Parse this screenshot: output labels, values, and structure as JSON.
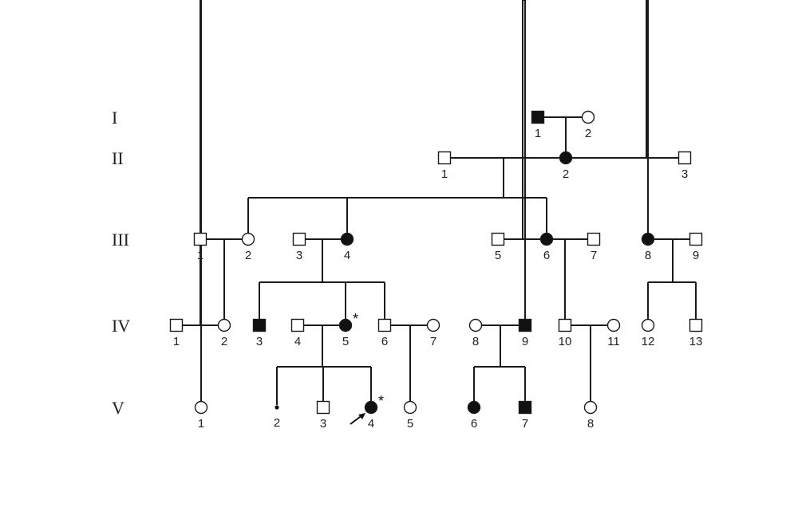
{
  "generations": [
    "I",
    "II",
    "III",
    "IV",
    "V"
  ],
  "star_symbol": "*",
  "colors": {
    "affected": "#111111",
    "unaffected": "#ffffff",
    "line": "#1a1a1a"
  },
  "individuals": [
    {
      "id": "I-1",
      "generation": "I",
      "number": "1",
      "sex": "male",
      "affected": true
    },
    {
      "id": "I-2",
      "generation": "I",
      "number": "2",
      "sex": "female",
      "affected": false
    },
    {
      "id": "II-1",
      "generation": "II",
      "number": "1",
      "sex": "male",
      "affected": false
    },
    {
      "id": "II-2",
      "generation": "II",
      "number": "2",
      "sex": "female",
      "affected": true
    },
    {
      "id": "II-3",
      "generation": "II",
      "number": "3",
      "sex": "male",
      "affected": false
    },
    {
      "id": "III-1",
      "generation": "III",
      "number": "1",
      "sex": "male",
      "affected": false
    },
    {
      "id": "III-2",
      "generation": "III",
      "number": "2",
      "sex": "female",
      "affected": false
    },
    {
      "id": "III-3",
      "generation": "III",
      "number": "3",
      "sex": "male",
      "affected": false
    },
    {
      "id": "III-4",
      "generation": "III",
      "number": "4",
      "sex": "female",
      "affected": true
    },
    {
      "id": "III-5",
      "generation": "III",
      "number": "5",
      "sex": "male",
      "affected": false
    },
    {
      "id": "III-6",
      "generation": "III",
      "number": "6",
      "sex": "female",
      "affected": true
    },
    {
      "id": "III-7",
      "generation": "III",
      "number": "7",
      "sex": "male",
      "affected": false
    },
    {
      "id": "III-8",
      "generation": "III",
      "number": "8",
      "sex": "female",
      "affected": true
    },
    {
      "id": "III-9",
      "generation": "III",
      "number": "9",
      "sex": "male",
      "affected": false
    },
    {
      "id": "IV-1",
      "generation": "IV",
      "number": "1",
      "sex": "male",
      "affected": false
    },
    {
      "id": "IV-2",
      "generation": "IV",
      "number": "2",
      "sex": "female",
      "affected": false
    },
    {
      "id": "IV-3",
      "generation": "IV",
      "number": "3",
      "sex": "male",
      "affected": true
    },
    {
      "id": "IV-4",
      "generation": "IV",
      "number": "4",
      "sex": "male",
      "affected": false
    },
    {
      "id": "IV-5",
      "generation": "IV",
      "number": "5",
      "sex": "female",
      "affected": true,
      "starred": true
    },
    {
      "id": "IV-6",
      "generation": "IV",
      "number": "6",
      "sex": "male",
      "affected": false
    },
    {
      "id": "IV-7",
      "generation": "IV",
      "number": "7",
      "sex": "female",
      "affected": false
    },
    {
      "id": "IV-8",
      "generation": "IV",
      "number": "8",
      "sex": "female",
      "affected": false
    },
    {
      "id": "IV-9",
      "generation": "IV",
      "number": "9",
      "sex": "male",
      "affected": true
    },
    {
      "id": "IV-10",
      "generation": "IV",
      "number": "10",
      "sex": "male",
      "affected": false
    },
    {
      "id": "IV-11",
      "generation": "IV",
      "number": "11",
      "sex": "female",
      "affected": false
    },
    {
      "id": "IV-12",
      "generation": "IV",
      "number": "12",
      "sex": "female",
      "affected": false
    },
    {
      "id": "IV-13",
      "generation": "IV",
      "number": "13",
      "sex": "male",
      "affected": false
    },
    {
      "id": "V-1",
      "generation": "V",
      "number": "1",
      "sex": "female",
      "affected": false
    },
    {
      "id": "V-2",
      "generation": "V",
      "number": "2",
      "sex": "miscarriage",
      "affected": true
    },
    {
      "id": "V-3",
      "generation": "V",
      "number": "3",
      "sex": "male",
      "affected": false
    },
    {
      "id": "V-4",
      "generation": "V",
      "number": "4",
      "sex": "female",
      "affected": true,
      "starred": true,
      "proband": true
    },
    {
      "id": "V-5",
      "generation": "V",
      "number": "5",
      "sex": "female",
      "affected": false
    },
    {
      "id": "V-6",
      "generation": "V",
      "number": "6",
      "sex": "female",
      "affected": true
    },
    {
      "id": "V-7",
      "generation": "V",
      "number": "7",
      "sex": "male",
      "affected": true
    },
    {
      "id": "V-8",
      "generation": "V",
      "number": "8",
      "sex": "female",
      "affected": false
    }
  ],
  "couples": [
    {
      "partners": [
        "I-1",
        "I-2"
      ],
      "children": [
        "II-2"
      ]
    },
    {
      "partners": [
        "II-1",
        "II-2"
      ],
      "children": [
        "III-2",
        "III-4",
        "III-6"
      ]
    },
    {
      "partners": [
        "II-2",
        "II-3"
      ],
      "children": [
        "III-8"
      ]
    },
    {
      "partners": [
        "III-1",
        "III-2"
      ],
      "children": [
        "IV-2"
      ]
    },
    {
      "partners": [
        "III-3",
        "III-4"
      ],
      "children": [
        "IV-3",
        "IV-5",
        "IV-6"
      ]
    },
    {
      "partners": [
        "III-5",
        "III-6"
      ],
      "children": [
        "IV-9"
      ]
    },
    {
      "partners": [
        "III-6",
        "III-7"
      ],
      "children": [
        "IV-10"
      ]
    },
    {
      "partners": [
        "III-8",
        "III-9"
      ],
      "children": [
        "IV-12",
        "IV-13"
      ]
    },
    {
      "partners": [
        "IV-1",
        "IV-2"
      ],
      "children": [
        "V-1"
      ]
    },
    {
      "partners": [
        "IV-4",
        "IV-5"
      ],
      "children": [
        "V-2",
        "V-3",
        "V-4"
      ]
    },
    {
      "partners": [
        "IV-6",
        "IV-7"
      ],
      "children": [
        "V-5"
      ]
    },
    {
      "partners": [
        "IV-8",
        "IV-9"
      ],
      "children": [
        "V-6",
        "V-7"
      ]
    },
    {
      "partners": [
        "IV-10",
        "IV-11"
      ],
      "children": [
        "V-8"
      ]
    }
  ]
}
